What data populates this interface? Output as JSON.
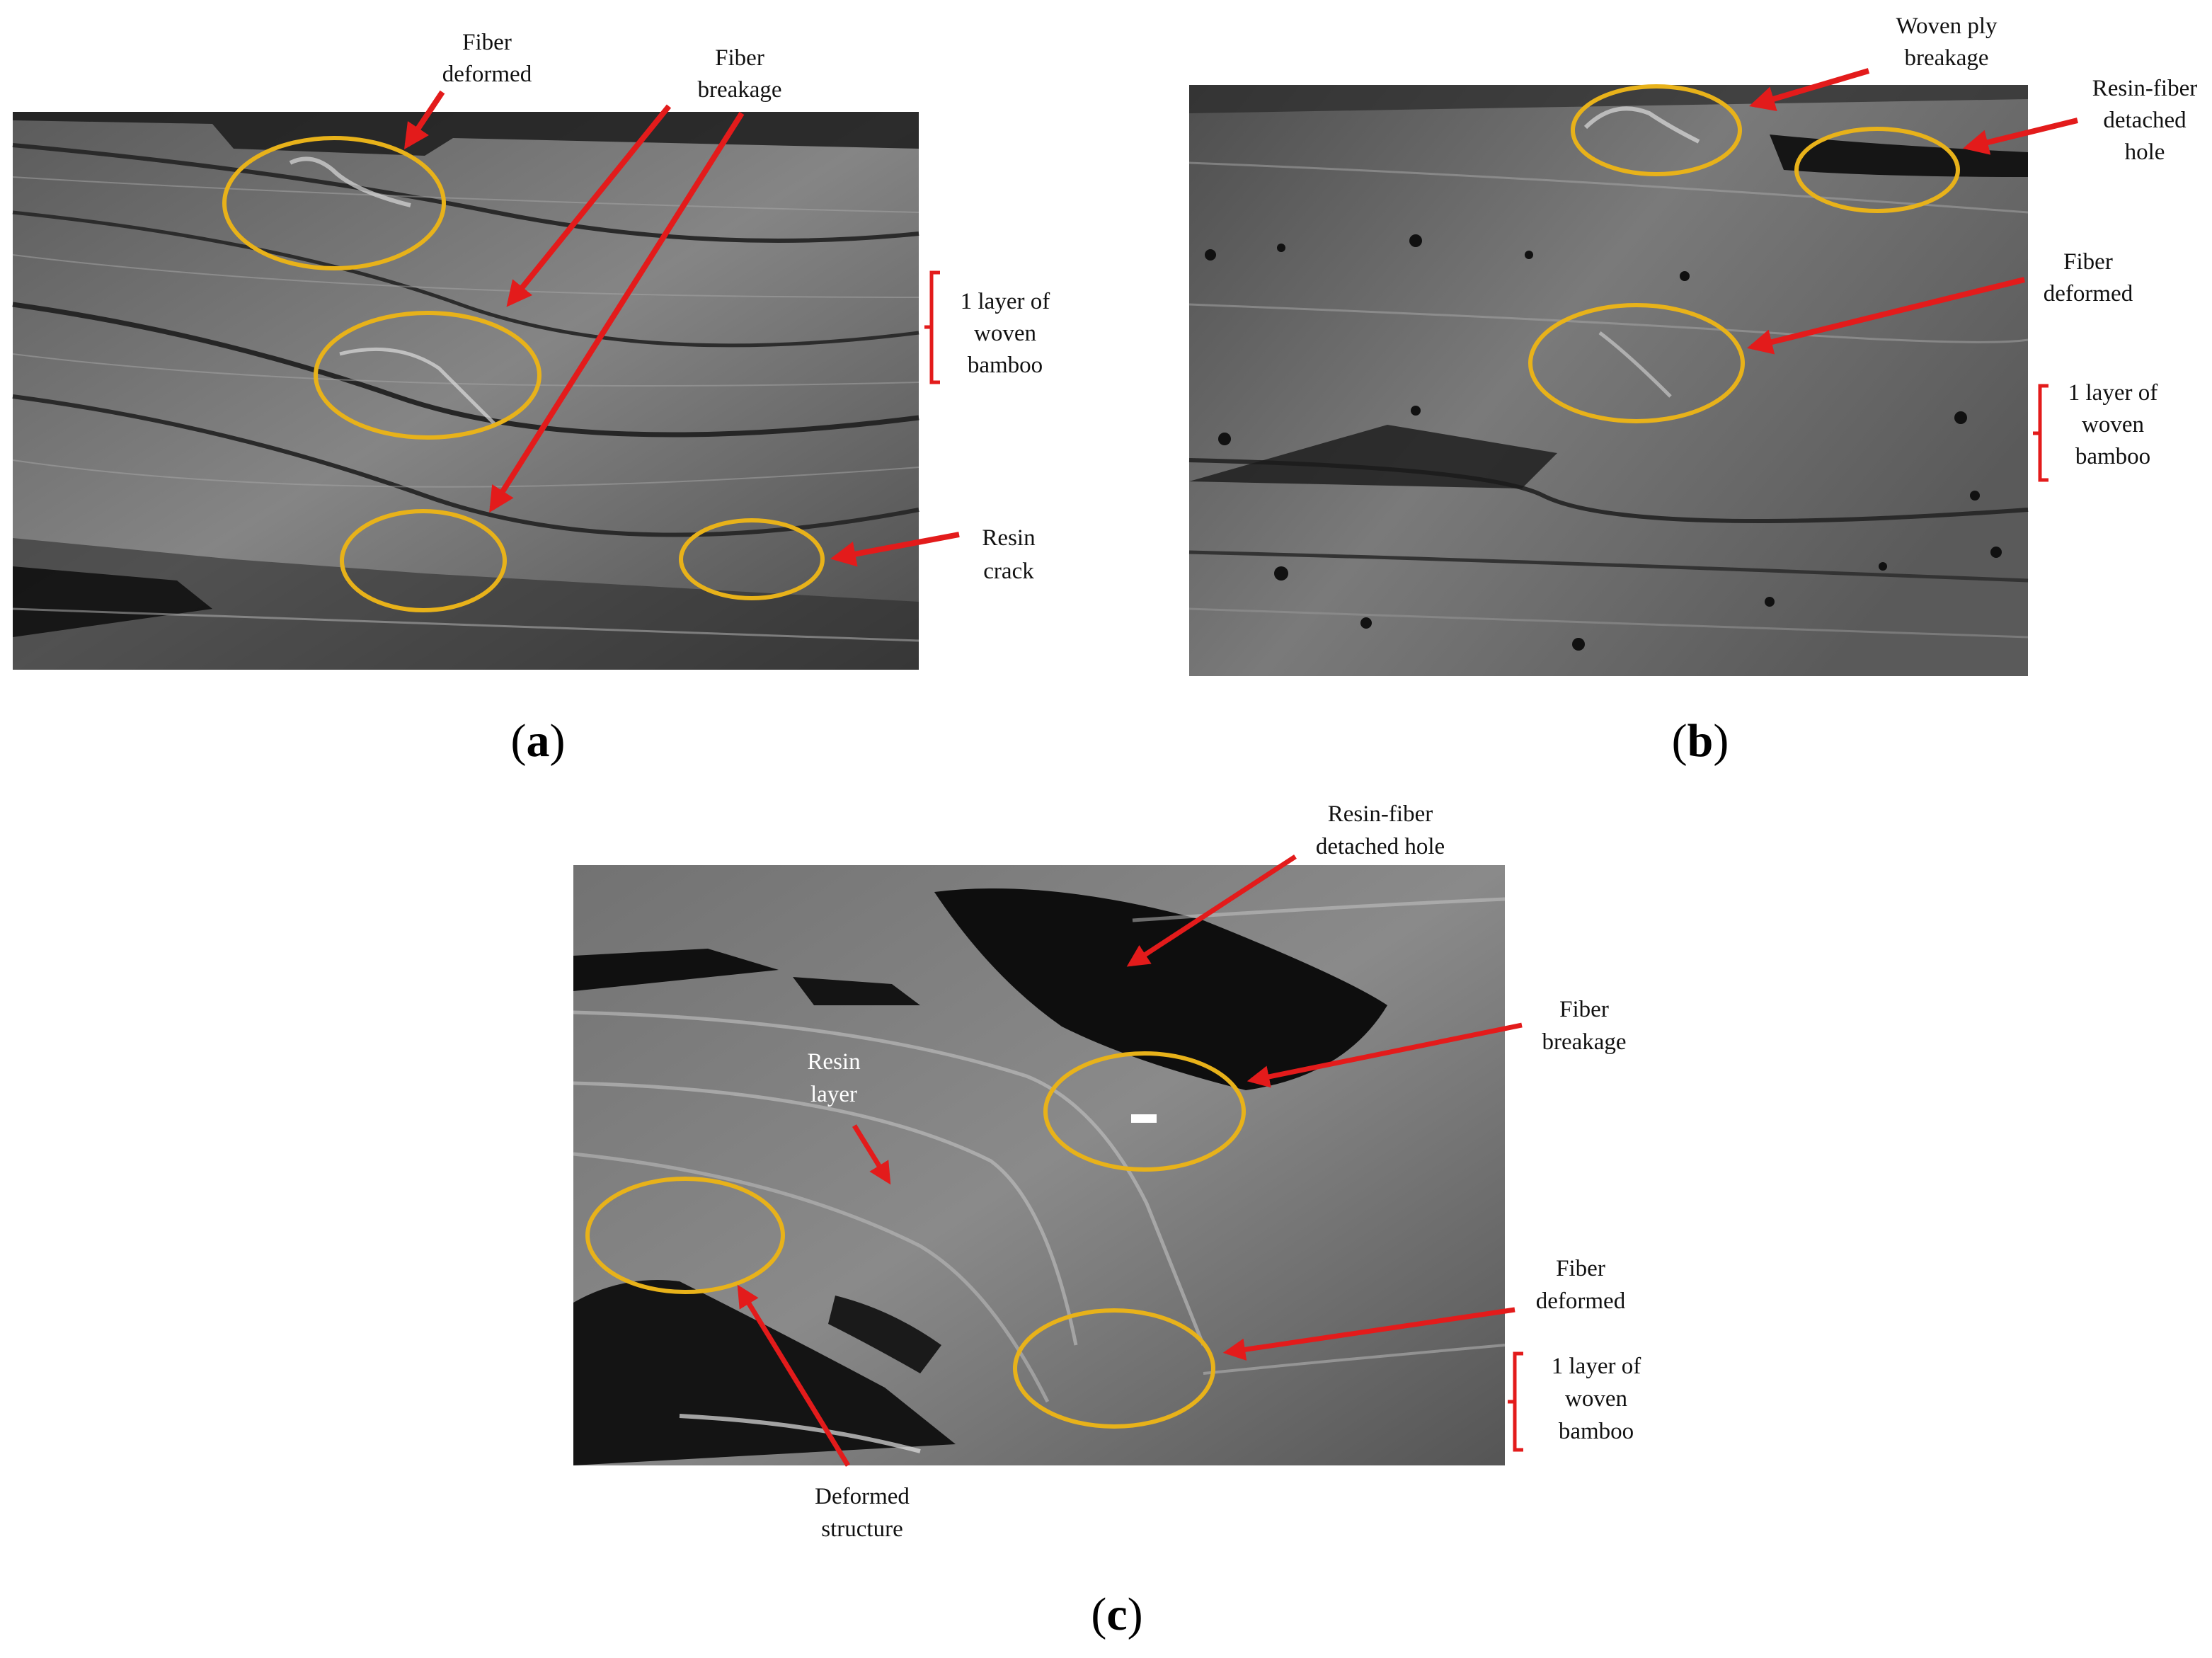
{
  "colors": {
    "arrow": "#e31b1b",
    "ellipse": "#e8b21a",
    "sem_base": "#6e6e6e"
  },
  "panel_a": {
    "caption_letter": "a",
    "labels": {
      "fiber_deformed": [
        "Fiber",
        "deformed"
      ],
      "fiber_breakage": [
        "Fiber",
        "breakage"
      ],
      "layer": [
        "1 layer of",
        "woven",
        "bamboo"
      ],
      "resin_crack": [
        "Resin",
        "crack"
      ]
    }
  },
  "panel_b": {
    "caption_letter": "b",
    "labels": {
      "woven_ply": [
        "Woven ply",
        "breakage"
      ],
      "resin_fiber_hole": [
        "Resin-fiber",
        "detached",
        "hole"
      ],
      "fiber_deformed": [
        "Fiber",
        "deformed"
      ],
      "layer": [
        "1 layer of",
        "woven",
        "bamboo"
      ]
    }
  },
  "panel_c": {
    "caption_letter": "c",
    "labels": {
      "resin_fiber_hole": [
        "Resin-fiber",
        "detached hole"
      ],
      "fiber_breakage": [
        "Fiber",
        "breakage"
      ],
      "resin_layer": [
        "Resin",
        "layer"
      ],
      "fiber_deformed": [
        "Fiber",
        "deformed"
      ],
      "layer": [
        "1 layer of",
        "woven",
        "bamboo"
      ],
      "deformed_structure": [
        "Deformed",
        "structure"
      ]
    }
  }
}
